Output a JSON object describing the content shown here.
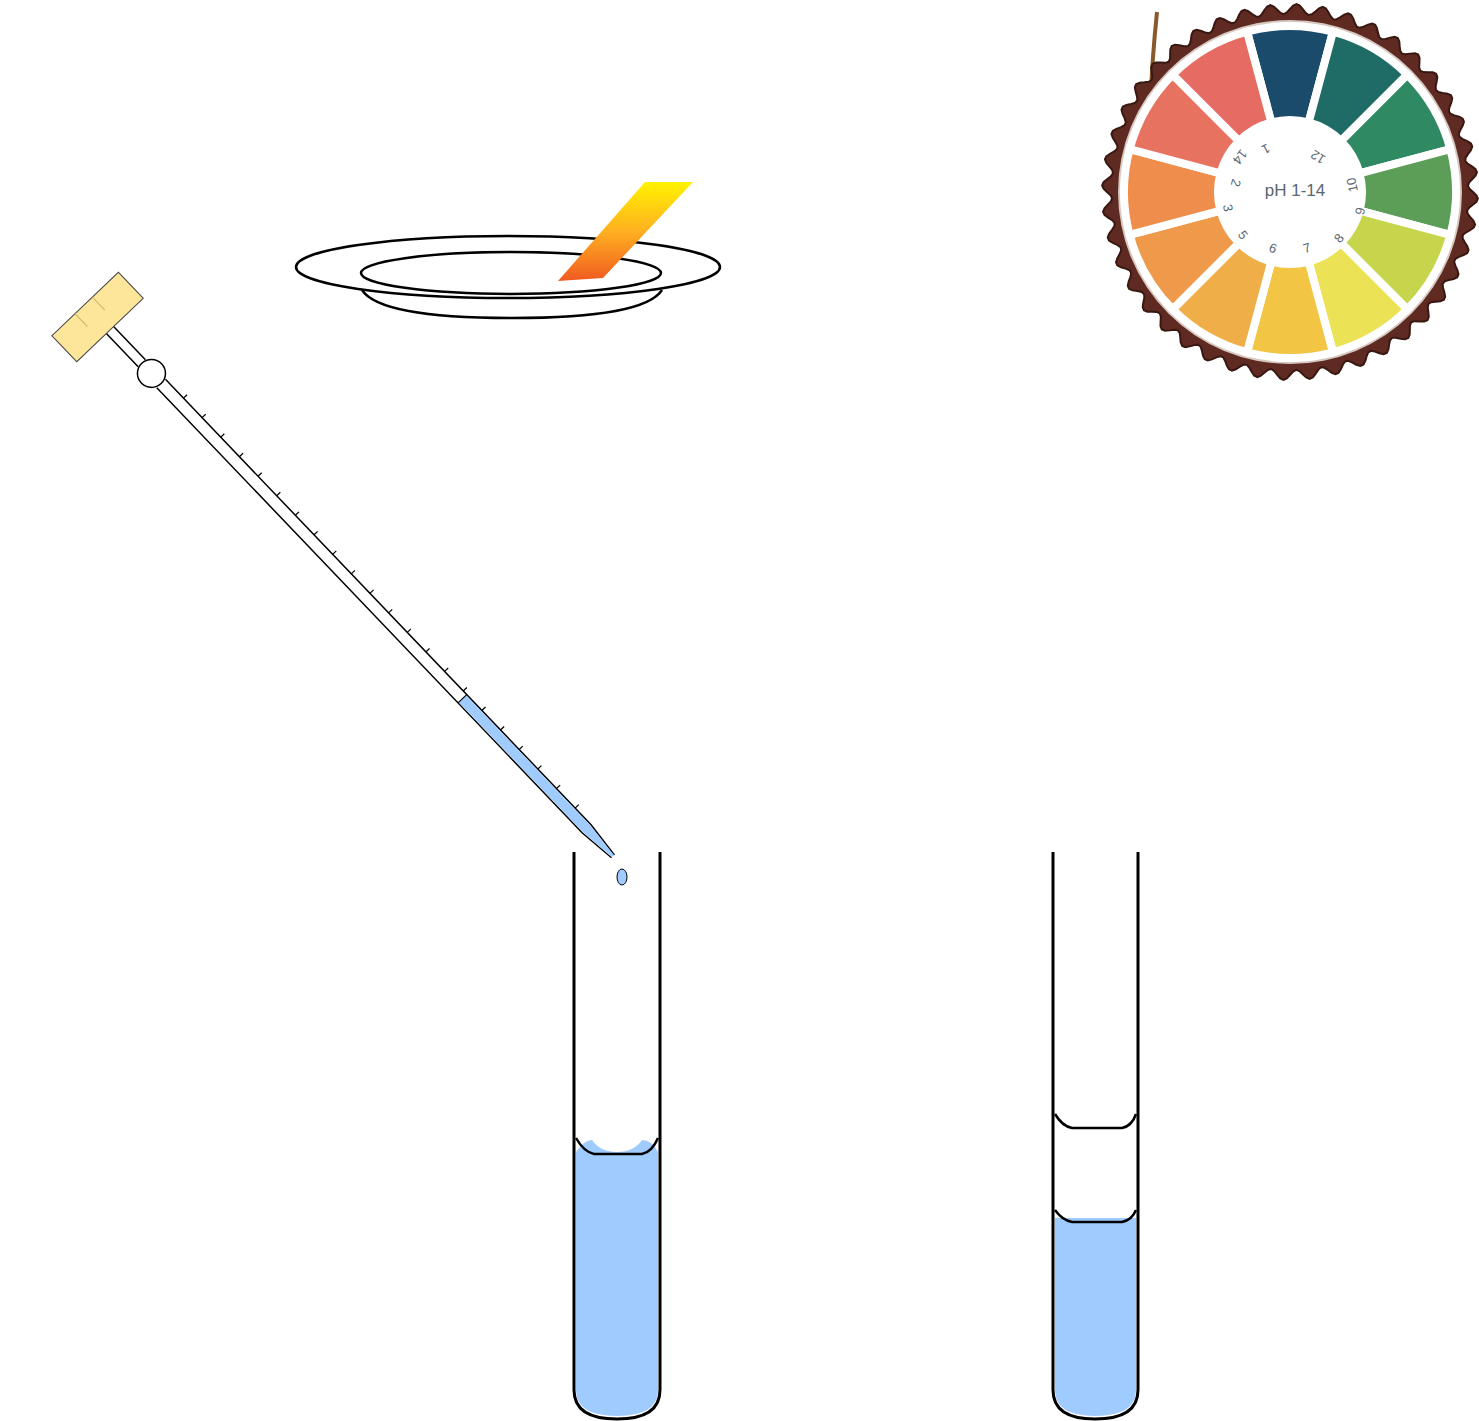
{
  "diagram": {
    "labels": [
      "pH 1-14",
      "14",
      "1",
      "12",
      "10",
      "9",
      "8",
      "7",
      "6",
      "5",
      "3",
      "2"
    ]
  }
}
